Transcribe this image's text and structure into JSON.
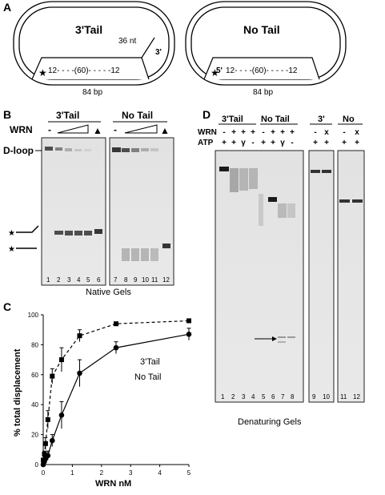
{
  "panels": {
    "A": {
      "letter": "A",
      "left": {
        "title": "3'Tail",
        "tail_len": "36 nt",
        "end3": "3'",
        "seq": "12- - - -(60)- - - - -12",
        "length": "84 bp"
      },
      "right": {
        "title": "No Tail",
        "end5": "5'",
        "seq": "12- - - -(60)- - - - -12",
        "length": "84 bp"
      }
    },
    "B": {
      "letter": "B",
      "gel1_title": "3'Tail",
      "gel2_title": "No Tail",
      "wrn_label": "WRN",
      "minus": "-",
      "heat": "▲",
      "dloop": "D-loop",
      "lanes1": [
        "1",
        "2",
        "3",
        "4",
        "5",
        "6"
      ],
      "lanes2": [
        "7",
        "8",
        "9",
        "10",
        "11",
        "12"
      ],
      "caption": "Native Gels"
    },
    "C": {
      "letter": "C",
      "ylabel": "% total displacement",
      "xlabel": "WRN nM",
      "xticks": [
        "0",
        "1",
        "2",
        "3",
        "4",
        "5"
      ],
      "yticks": [
        "0",
        "20",
        "40",
        "60",
        "80",
        "100"
      ],
      "legend3": "3'Tail",
      "legendNo": "No Tail"
    },
    "D": {
      "letter": "D",
      "g1_t1": "3'Tail",
      "g1_t2": "No Tail",
      "g2_t": "3'",
      "g3_t": "No",
      "wrn": "WRN",
      "atp": "ATP",
      "wrn_row1": [
        "-",
        "+",
        "+",
        "+",
        "-",
        "+",
        "+",
        "+"
      ],
      "atp_row1": [
        "+",
        "+",
        "γ",
        "-",
        "+",
        "+",
        "γ",
        "-"
      ],
      "wrn_row2": [
        "-",
        "x"
      ],
      "atp_row2": [
        "+",
        "+"
      ],
      "wrn_row3": [
        "-",
        "x"
      ],
      "atp_row3": [
        "+",
        "+"
      ],
      "lanes1": [
        "1",
        "2",
        "3",
        "4",
        "5",
        "6",
        "7",
        "8"
      ],
      "lanes2": [
        "9",
        "10"
      ],
      "lanes3": [
        "11",
        "12"
      ],
      "caption": "Denaturing Gels"
    }
  },
  "chart_data": {
    "type": "line",
    "title": "",
    "xlabel": "WRN nM",
    "ylabel": "% total displacement",
    "xlim": [
      0,
      5
    ],
    "ylim": [
      0,
      100
    ],
    "series": [
      {
        "name": "3'Tail",
        "style": "dashed",
        "marker": "square",
        "x": [
          0,
          0.04,
          0.08,
          0.16,
          0.31,
          0.63,
          1.25,
          2.5,
          5
        ],
        "y": [
          3,
          7,
          14,
          30,
          59,
          70,
          86,
          94,
          96
        ],
        "err": [
          1,
          2,
          4,
          6,
          5,
          8,
          4,
          1,
          1
        ]
      },
      {
        "name": "No Tail",
        "style": "solid",
        "marker": "circle",
        "x": [
          0,
          0.04,
          0.08,
          0.16,
          0.31,
          0.63,
          1.25,
          2.5,
          5
        ],
        "y": [
          0,
          2,
          4,
          6,
          16,
          33,
          61,
          78,
          87
        ],
        "err": [
          1,
          2,
          3,
          3,
          4,
          9,
          9,
          4,
          4
        ]
      }
    ]
  }
}
